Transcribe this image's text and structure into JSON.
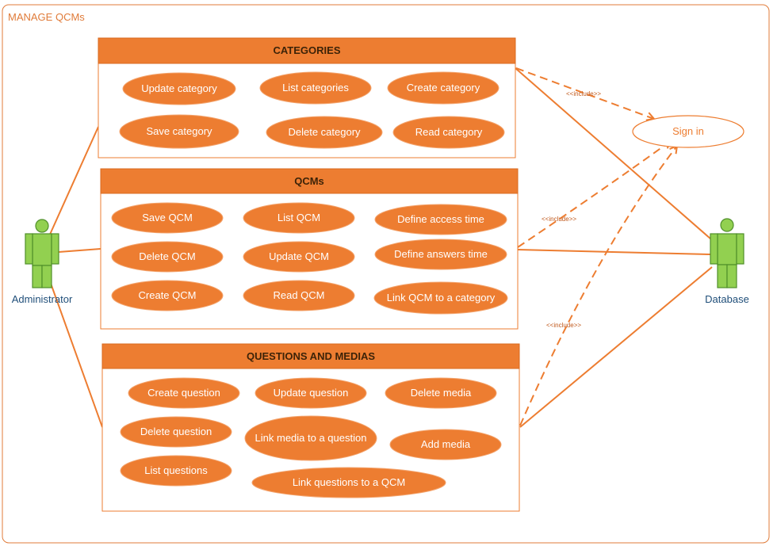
{
  "frame": {
    "title": "MANAGE QCMs"
  },
  "packages": {
    "categories": {
      "title": "CATEGORIES",
      "use_cases": {
        "update": "Update category",
        "list": "List categories",
        "create": "Create category",
        "save": "Save category",
        "delete": "Delete category",
        "read": "Read category"
      }
    },
    "qcms": {
      "title": "QCMs",
      "use_cases": {
        "save": "Save QCM",
        "list": "List QCM",
        "access_time": "Define access time",
        "delete": "Delete QCM",
        "update": "Update QCM",
        "answers_time": "Define answers time",
        "create": "Create QCM",
        "read": "Read QCM",
        "link_category": "Link QCM to a category"
      }
    },
    "questions": {
      "title": "QUESTIONS AND MEDIAS",
      "use_cases": {
        "create": "Create question",
        "update": "Update question",
        "delete_media": "Delete media",
        "delete": "Delete question",
        "link_media": "Link media to a question",
        "add_media": "Add media",
        "list": "List questions",
        "link_qcm": "Link questions to a QCM"
      }
    }
  },
  "sign_in": {
    "label": "Sign in"
  },
  "include_label": "<<include>>",
  "actors": {
    "administrator": {
      "label": "Administrator"
    },
    "database": {
      "label": "Database"
    }
  },
  "colors": {
    "accent": "#ed7d31",
    "actor": "#92d050",
    "actor_label": "#1f4e79"
  }
}
